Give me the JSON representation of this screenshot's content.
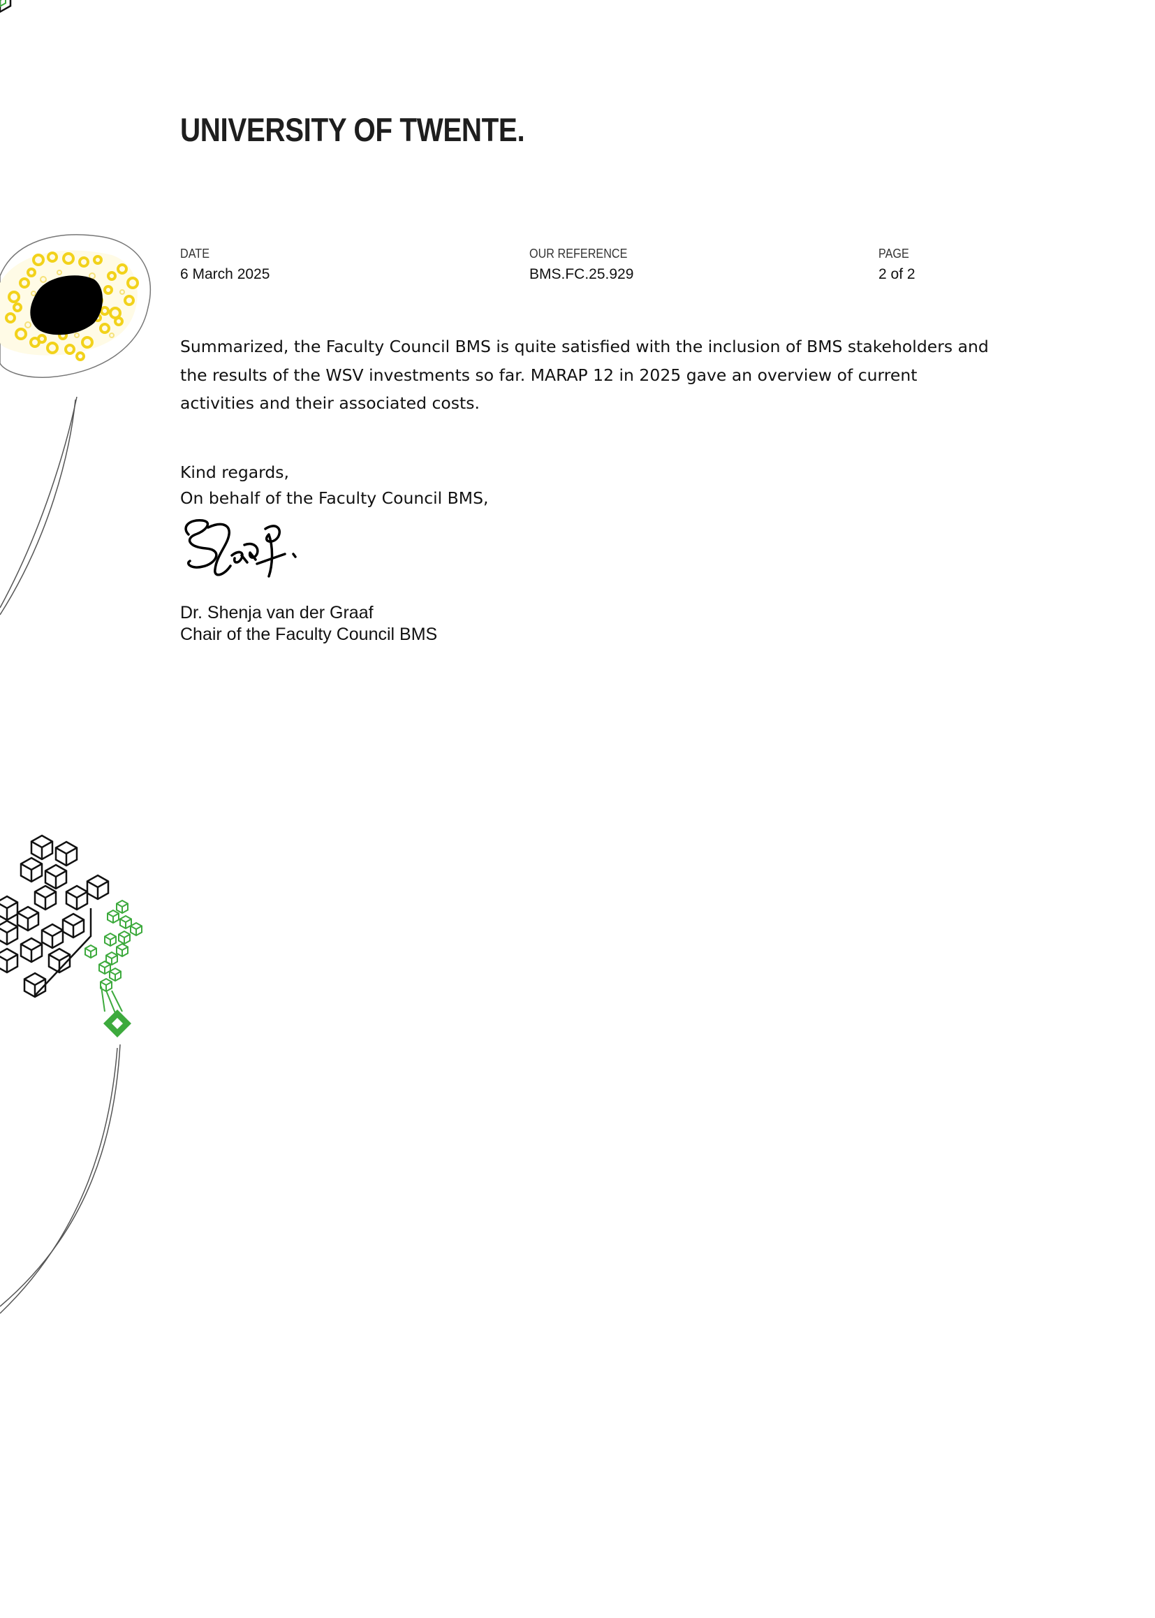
{
  "header": {
    "logo_text": "UNIVERSITY OF TWENTE."
  },
  "meta": {
    "date_label": "DATE",
    "date_value": "6 March 2025",
    "reference_label": "OUR REFERENCE",
    "reference_value": "BMS.FC.25.929",
    "page_label": "PAGE",
    "page_value": "2 of 2"
  },
  "body": {
    "lines": [
      "Summarized, the Faculty Council BMS is quite satisfied with the inclusion of BMS stakeholders and",
      "the results of the WSV investments so far. MARAP 12 in 2025 gave an overview of current",
      "activities and their associated costs."
    ]
  },
  "closing": {
    "greeting": "Kind regards,",
    "behalf": "On behalf of the Faculty Council BMS,"
  },
  "signature": {
    "text": "SGraaf"
  },
  "signer": {
    "name": "Dr. Shenja van der Graaf",
    "title": "Chair of the Faculty Council BMS"
  },
  "colors": {
    "text": "#111111",
    "accent_yellow": "#f2d21b",
    "accent_green": "#3daa3d"
  }
}
